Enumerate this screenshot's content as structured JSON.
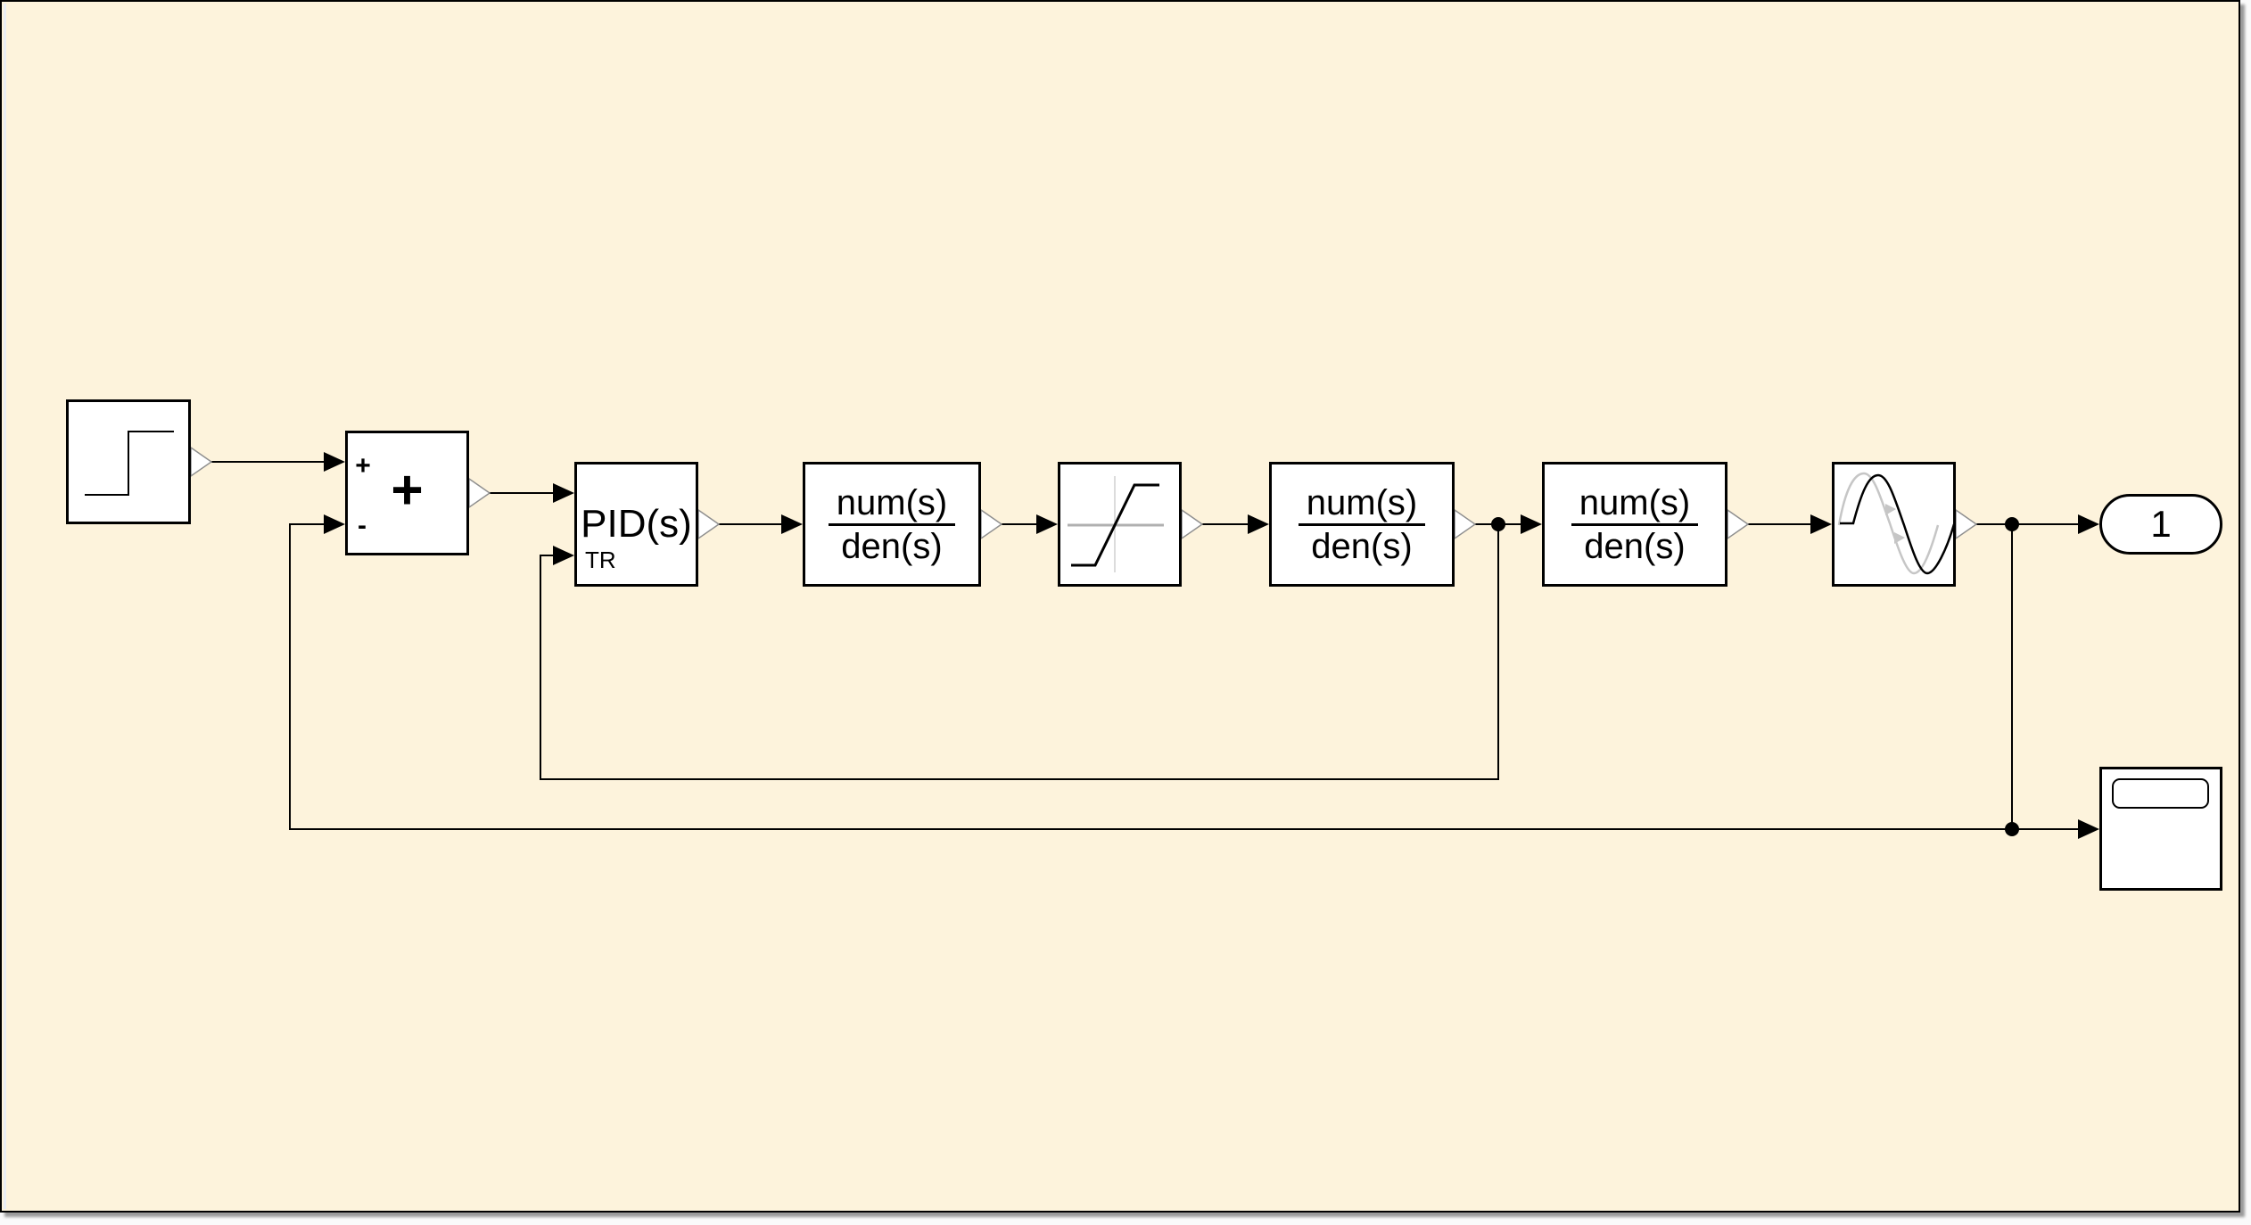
{
  "diagram": {
    "kind": "Simulink control loop block diagram",
    "colors": {
      "canvas_background": "#FDF3DC",
      "block_fill": "#FFFFFF",
      "block_border": "#000000",
      "wire": "#000000",
      "port_outline": "#8F8F8F",
      "icon_gray": "#C6C6C6",
      "axis_gray": "#B0B0B0"
    }
  },
  "blocks": {
    "step": {
      "icon": "step-signal-icon"
    },
    "sum": {
      "plus_port_label": "+",
      "minus_port_label": "-",
      "symbol": "+"
    },
    "pid_controller": {
      "label": "PID(s)",
      "tr_port_label": "TR"
    },
    "transfer_fcn_1": {
      "numerator": "num(s)",
      "denominator": "den(s)"
    },
    "saturation": {
      "icon": "saturation-curve-icon"
    },
    "transfer_fcn_2": {
      "numerator": "num(s)",
      "denominator": "den(s)"
    },
    "transfer_fcn_3": {
      "numerator": "num(s)",
      "denominator": "den(s)"
    },
    "transport_delay": {
      "icon": "delayed-sine-icon"
    },
    "outport": {
      "label": "1"
    },
    "scope": {
      "icon": "scope-display-icon"
    }
  }
}
